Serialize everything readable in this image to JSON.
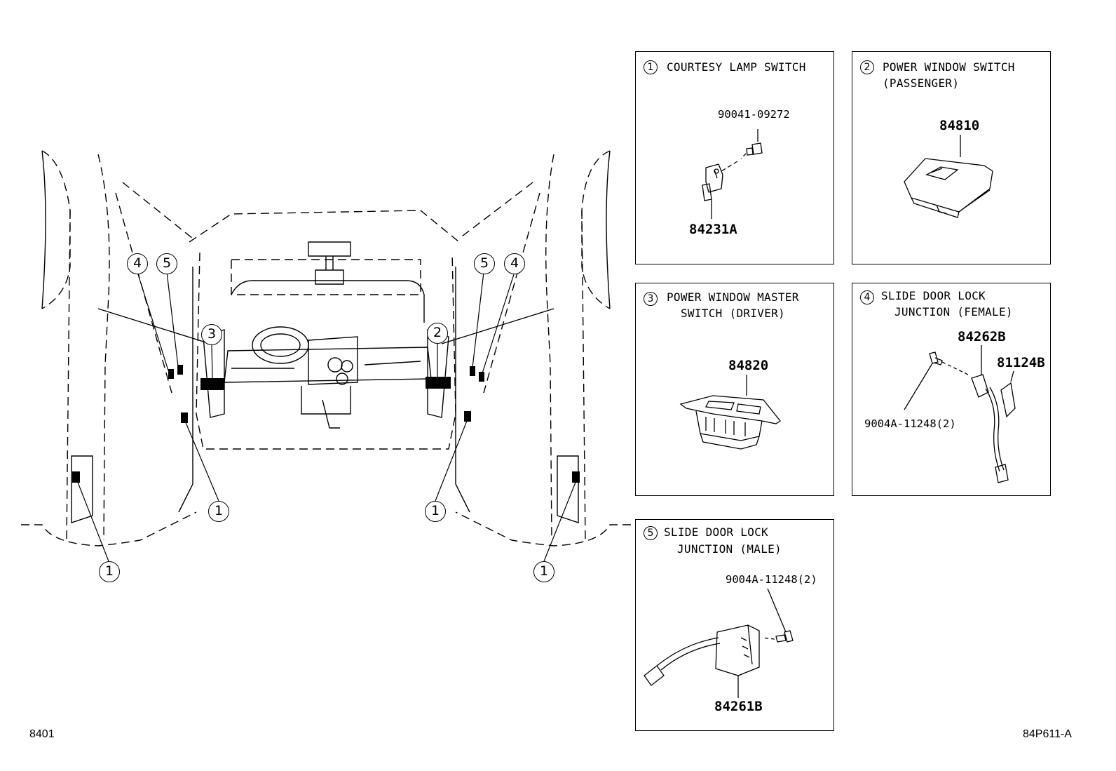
{
  "panels": [
    {
      "id": "1",
      "title_lines": [
        "COURTESY LAMP SWITCH"
      ],
      "parts": [
        "90041-09272",
        "84231A"
      ]
    },
    {
      "id": "2",
      "title_lines": [
        "POWER WINDOW SWITCH",
        "(PASSENGER)"
      ],
      "parts": [
        "84810"
      ]
    },
    {
      "id": "3",
      "title_lines": [
        "POWER WINDOW MASTER",
        "SWITCH (DRIVER)"
      ],
      "parts": [
        "84820"
      ]
    },
    {
      "id": "4",
      "title_lines": [
        "SLIDE DOOR LOCK",
        "JUNCTION (FEMALE)"
      ],
      "parts": [
        "84262B",
        "81124B",
        "9004A-11248(2)"
      ]
    },
    {
      "id": "5",
      "title_lines": [
        "SLIDE DOOR LOCK",
        "JUNCTION (MALE)"
      ],
      "parts": [
        "9004A-11248(2)",
        "84261B"
      ]
    }
  ],
  "callouts": [
    "4",
    "5",
    "3",
    "2",
    "5",
    "4",
    "1",
    "1",
    "1",
    "1"
  ],
  "footer": {
    "left": "8401",
    "right": "84P611-A"
  }
}
